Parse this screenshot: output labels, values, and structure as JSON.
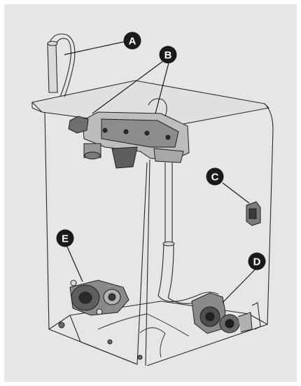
{
  "callouts": [
    {
      "id": "A",
      "letter": "A"
    },
    {
      "id": "B",
      "letter": "B"
    },
    {
      "id": "C",
      "letter": "C"
    },
    {
      "id": "D",
      "letter": "D"
    },
    {
      "id": "E",
      "letter": "E"
    }
  ],
  "colors": {
    "background": "#e6e6e6",
    "outline": "#1a1a1a",
    "callout_fill": "#1a1a1a",
    "callout_text": "#ffffff"
  }
}
